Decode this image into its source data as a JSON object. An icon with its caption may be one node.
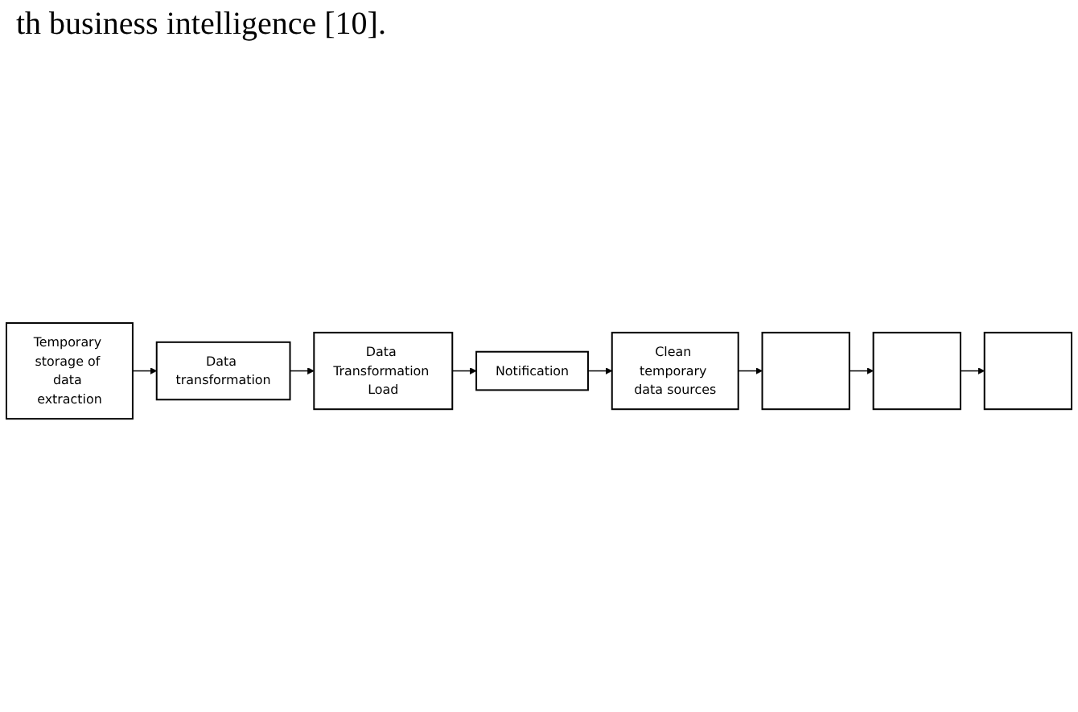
{
  "diagram": {
    "nodes": [
      {
        "text": [
          "Temporary storage of data extraction"
        ]
      },
      {
        "text": [
          "Data transformation"
        ]
      },
      {
        "text": [
          "Data Transformation Load"
        ]
      },
      {
        "text": [
          "Notification"
        ]
      },
      {
        "text": [
          "Clean temporary data sources"
        ]
      },
      {
        "text": [],
        "shape": "box"
      },
      {
        "text": [],
        "shape": "box"
      },
      {
        "text": [],
        "shape": "box"
      }
    ],
    "edges": [
      {
        "from": 0,
        "to": 1,
        "arrow": "to"
      },
      {
        "from": 1,
        "to": 2,
        "arrow": "to"
      },
      {
        "from": 2,
        "to": 3,
        "arrow": "to"
      },
      {
        "from": 3,
        "to": 4,
        "arrow": "to"
      },
      {
        "from": 4,
        "to": 5,
        "arrow": "to"
      },
      {
        "from": 5,
        "to": 6,
        "arrow": "to"
      },
      {
        "from": 6,
        "to": 7,
        "arrow": "to"
      }
    ],
    "labels": [
      "th business intelligence [10]."
    ]
  }
}
